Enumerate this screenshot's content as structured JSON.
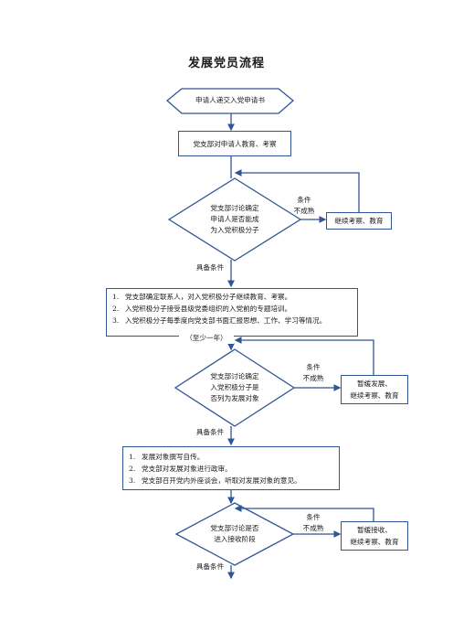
{
  "title": "发展党员流程",
  "start": "申请人递交入党申请书",
  "step1": "党支部对申请人教育、考察",
  "decision1": {
    "lines": [
      "党支部讨论确定",
      "申请人是否能成",
      "为入党积极分子"
    ]
  },
  "fail1": {
    "label_lines": [
      "条件",
      "不成熟"
    ],
    "box": "继续考察、教育"
  },
  "ok1": "具备条件",
  "step2": {
    "items": [
      "党支部确定联系人，对入党积极分子继续教育、考察。",
      "入党积极分子接受县级党委组织的入党前的专题培训。",
      "入党积极分子每季度向党支部书面汇报思想、工作、学习等情况。"
    ]
  },
  "period": "（至少一年）",
  "decision2": {
    "lines": [
      "党支部讨论确定",
      "入党积极分子是",
      "否列为发展对象"
    ]
  },
  "fail2": {
    "label_lines": [
      "条件",
      "不成熟"
    ],
    "box_lines": [
      "暂缓发展、",
      "继续考察、教育"
    ]
  },
  "ok2": "具备条件",
  "step3": {
    "items": [
      "发展对象撰写自传。",
      "党支部对发展对象进行政审。",
      "党支部召开党内外座谈会，听取对发展对象的意见。"
    ]
  },
  "decision3": {
    "lines": [
      "党支部讨论是否",
      "进入接收阶段"
    ]
  },
  "fail3": {
    "label_lines": [
      "条件",
      "不成熟"
    ],
    "box_lines": [
      "暂缓接收、",
      "继续考察、教育"
    ]
  },
  "ok3": "具备条件",
  "colors": {
    "border": "#2f5597",
    "text": "#1a1a1a"
  }
}
